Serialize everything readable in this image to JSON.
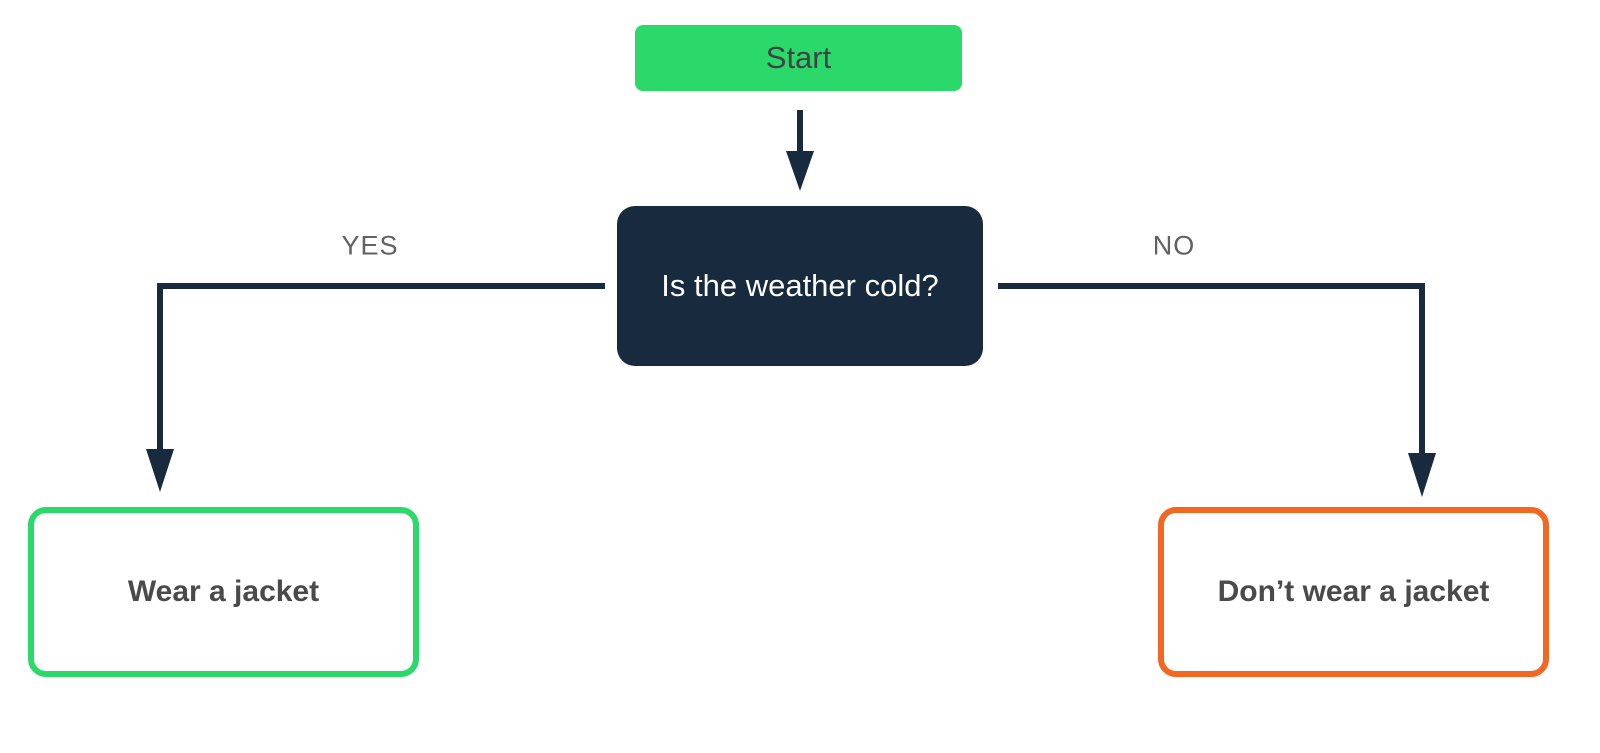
{
  "diagram": {
    "type": "flowchart",
    "nodes": {
      "start": {
        "label": "Start",
        "shape": "rounded-rect",
        "fill": "#2BD96A"
      },
      "decision": {
        "label": "Is the weather cold?",
        "shape": "rounded-rect",
        "fill": "#172A3E"
      },
      "yes_result": {
        "label": "Wear a jacket",
        "shape": "rounded-rect-outline",
        "border": "#2BD96A"
      },
      "no_result": {
        "label": "Don’t wear a jacket",
        "shape": "rounded-rect-outline",
        "border": "#F26722"
      }
    },
    "edges": [
      {
        "from": "start",
        "to": "decision",
        "label": ""
      },
      {
        "from": "decision",
        "to": "yes_result",
        "label": "YES"
      },
      {
        "from": "decision",
        "to": "no_result",
        "label": "NO"
      }
    ],
    "colors": {
      "start_fill": "#2BD96A",
      "start_text": "#3E4347",
      "decision_fill": "#172A3E",
      "decision_text": "#FFFFFF",
      "connector": "#172A3E",
      "edge_label_text": "#616161",
      "result_text": "#4A4A4A",
      "yes_border": "#2BD96A",
      "no_border": "#F26722",
      "background": "#FFFFFF"
    }
  }
}
